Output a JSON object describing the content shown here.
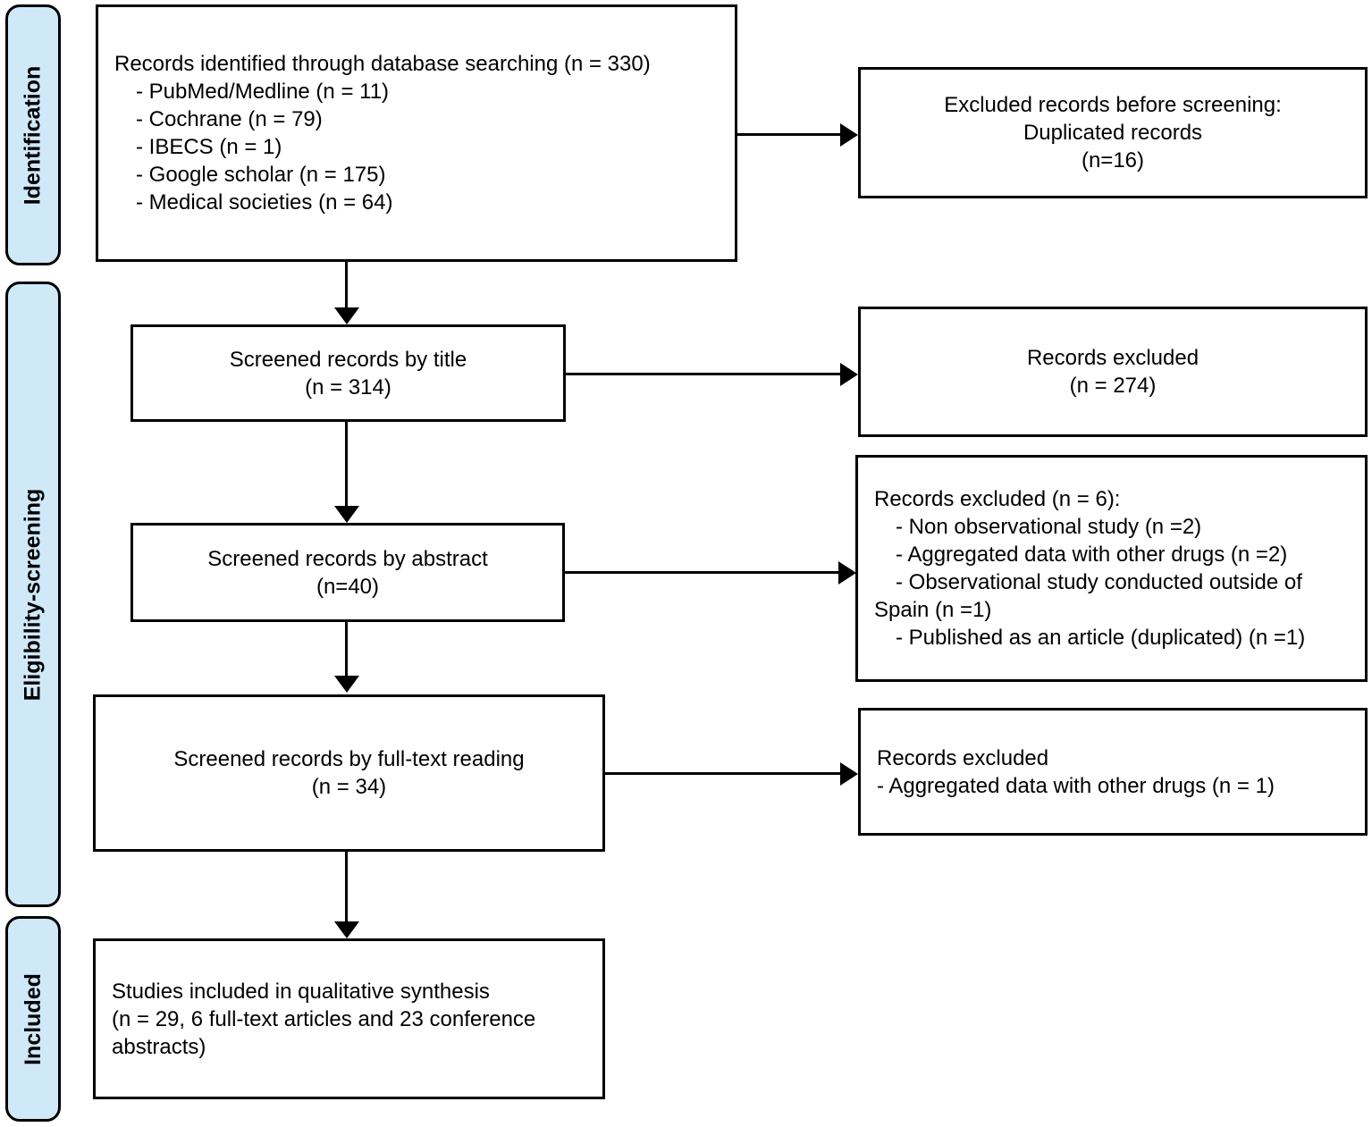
{
  "figure": {
    "type": "prisma-flow-diagram",
    "stage_fill": "#cfe9f8",
    "line_color": "#000000",
    "background": "#ffffff"
  },
  "stages": [
    {
      "label": "Identification"
    },
    {
      "label": "Eligibility-screening"
    },
    {
      "label": "Included"
    }
  ],
  "boxes": {
    "identified": {
      "title": "Records identified through database searching (n = 330)",
      "items": [
        "- PubMed/Medline (n = 11)",
        "- Cochrane (n = 79)",
        "- IBECS (n = 1)",
        "- Google scholar (n = 175)",
        "- Medical societies (n = 64)"
      ]
    },
    "excluded_duplicates": {
      "lines": [
        "Excluded records before screening:",
        "Duplicated records",
        "(n=16)"
      ]
    },
    "screened_title": {
      "lines": [
        "Screened records by title",
        "(n = 314)"
      ]
    },
    "excluded_by_title": {
      "lines": [
        "Records excluded",
        "(n = 274)"
      ]
    },
    "screened_abstract": {
      "lines": [
        "Screened records by abstract",
        "(n=40)"
      ]
    },
    "excluded_by_abstract": {
      "title": "Records excluded (n = 6):",
      "items": [
        "- Non observational study (n =2)",
        "- Aggregated data with other drugs (n =2)",
        "- Observational study conducted outside of Spain (n =1)",
        "- Published as an article (duplicated) (n =1)"
      ]
    },
    "screened_fulltext": {
      "lines": [
        "Screened records by full-text reading",
        "(n = 34)"
      ]
    },
    "excluded_by_fulltext": {
      "lines": [
        "Records excluded",
        "- Aggregated data with other drugs (n = 1)"
      ]
    },
    "included_synthesis": {
      "lines": [
        "Studies included in qualitative synthesis",
        "(n = 29, 6 full-text articles and 23 conference abstracts)"
      ]
    }
  }
}
